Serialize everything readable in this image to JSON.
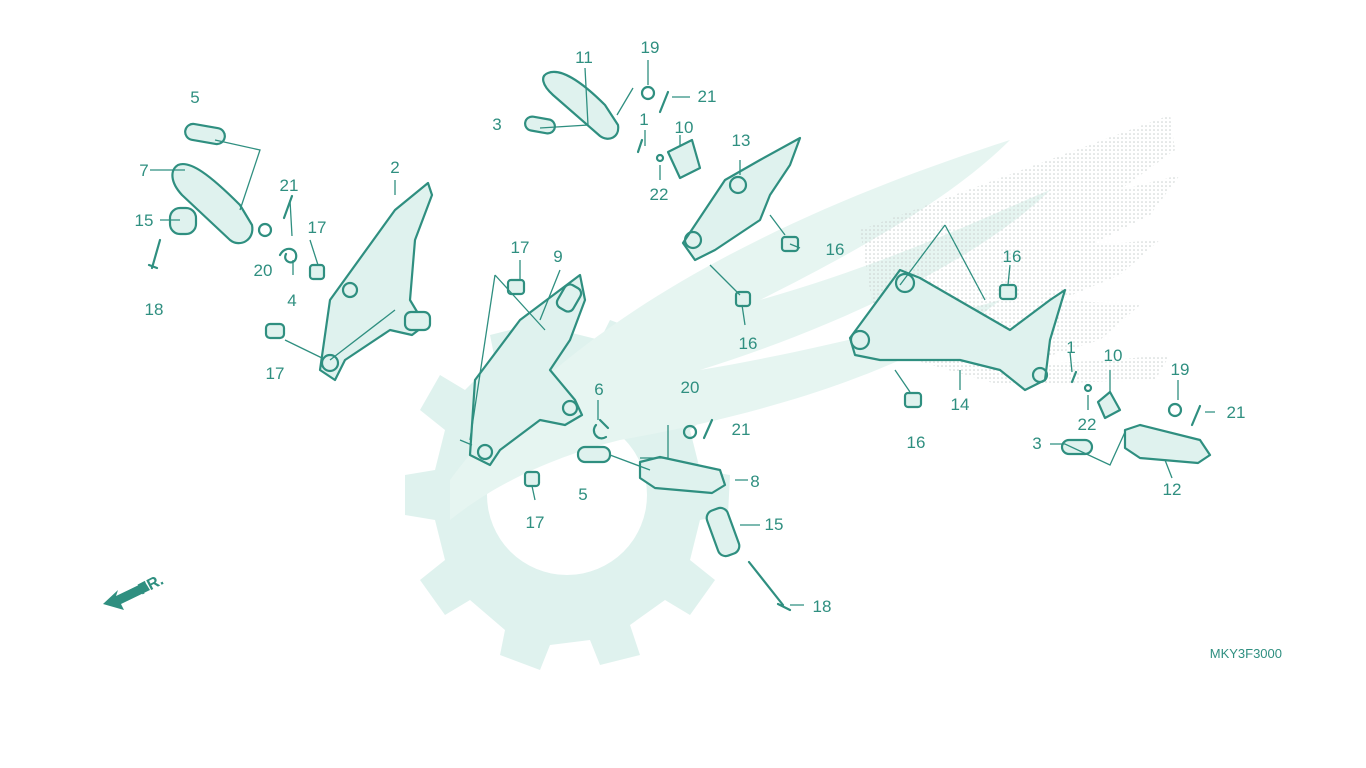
{
  "diagram_code": "MKY3F3000",
  "direction_label": "FR.",
  "colors": {
    "line": "#2f8f80",
    "watermark": "#dff2ee",
    "dots": "#c9cfce"
  },
  "callouts": [
    {
      "id": "c5a",
      "text": "5"
    },
    {
      "id": "c7",
      "text": "7"
    },
    {
      "id": "c15a",
      "text": "15"
    },
    {
      "id": "c18a",
      "text": "18"
    },
    {
      "id": "c21a",
      "text": "21"
    },
    {
      "id": "c20a",
      "text": "20"
    },
    {
      "id": "c4",
      "text": "4"
    },
    {
      "id": "c17a",
      "text": "17"
    },
    {
      "id": "c2",
      "text": "2"
    },
    {
      "id": "c17b",
      "text": "17"
    },
    {
      "id": "c17c",
      "text": "17"
    },
    {
      "id": "c9",
      "text": "9"
    },
    {
      "id": "c6",
      "text": "6"
    },
    {
      "id": "c17d",
      "text": "17"
    },
    {
      "id": "c20b",
      "text": "20"
    },
    {
      "id": "c21b",
      "text": "21"
    },
    {
      "id": "c5b",
      "text": "5"
    },
    {
      "id": "c8",
      "text": "8"
    },
    {
      "id": "c15b",
      "text": "15"
    },
    {
      "id": "c18b",
      "text": "18"
    },
    {
      "id": "c11",
      "text": "11"
    },
    {
      "id": "c19a",
      "text": "19"
    },
    {
      "id": "c21c",
      "text": "21"
    },
    {
      "id": "c3a",
      "text": "3"
    },
    {
      "id": "c1a",
      "text": "1"
    },
    {
      "id": "c10a",
      "text": "10"
    },
    {
      "id": "c22a",
      "text": "22"
    },
    {
      "id": "c13",
      "text": "13"
    },
    {
      "id": "c16a",
      "text": "16"
    },
    {
      "id": "c16b",
      "text": "16"
    },
    {
      "id": "c16c",
      "text": "16"
    },
    {
      "id": "c14",
      "text": "14"
    },
    {
      "id": "c16d",
      "text": "16"
    },
    {
      "id": "c1b",
      "text": "1"
    },
    {
      "id": "c10b",
      "text": "10"
    },
    {
      "id": "c19b",
      "text": "19"
    },
    {
      "id": "c22b",
      "text": "22"
    },
    {
      "id": "c21d",
      "text": "21"
    },
    {
      "id": "c3b",
      "text": "3"
    },
    {
      "id": "c12",
      "text": "12"
    }
  ]
}
